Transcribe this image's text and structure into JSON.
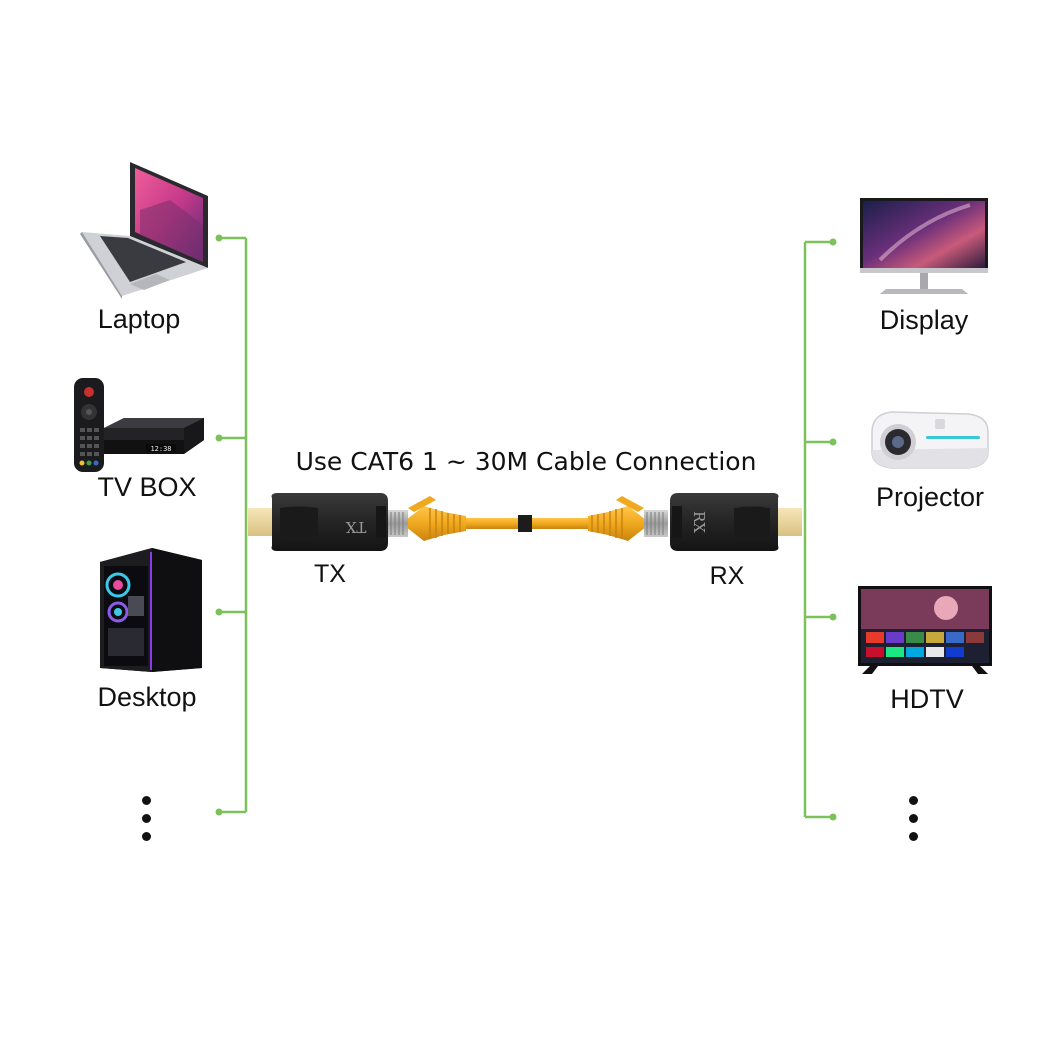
{
  "cable_text": "Use CAT6 1 ~ 30M Cable Connection",
  "transmitter": {
    "label": "TX",
    "housing_text": "TX"
  },
  "receiver": {
    "label": "RX",
    "housing_text": "RX"
  },
  "sources": [
    {
      "label": "Laptop",
      "icon": "laptop-icon"
    },
    {
      "label": "TV BOX",
      "icon": "tv-box-icon"
    },
    {
      "label": "Desktop",
      "icon": "desktop-pc-icon"
    }
  ],
  "displays": [
    {
      "label": "Display",
      "icon": "monitor-icon"
    },
    {
      "label": "Projector",
      "icon": "projector-icon"
    },
    {
      "label": "HDTV",
      "icon": "hdtv-icon"
    }
  ],
  "tv_box_screen_text": "12:38",
  "colors": {
    "connector_line": "#7dc15a",
    "cable": "#f0a91e",
    "adapter_body": "#2b2b2b",
    "hdmi_plug": "#eed9a0"
  }
}
